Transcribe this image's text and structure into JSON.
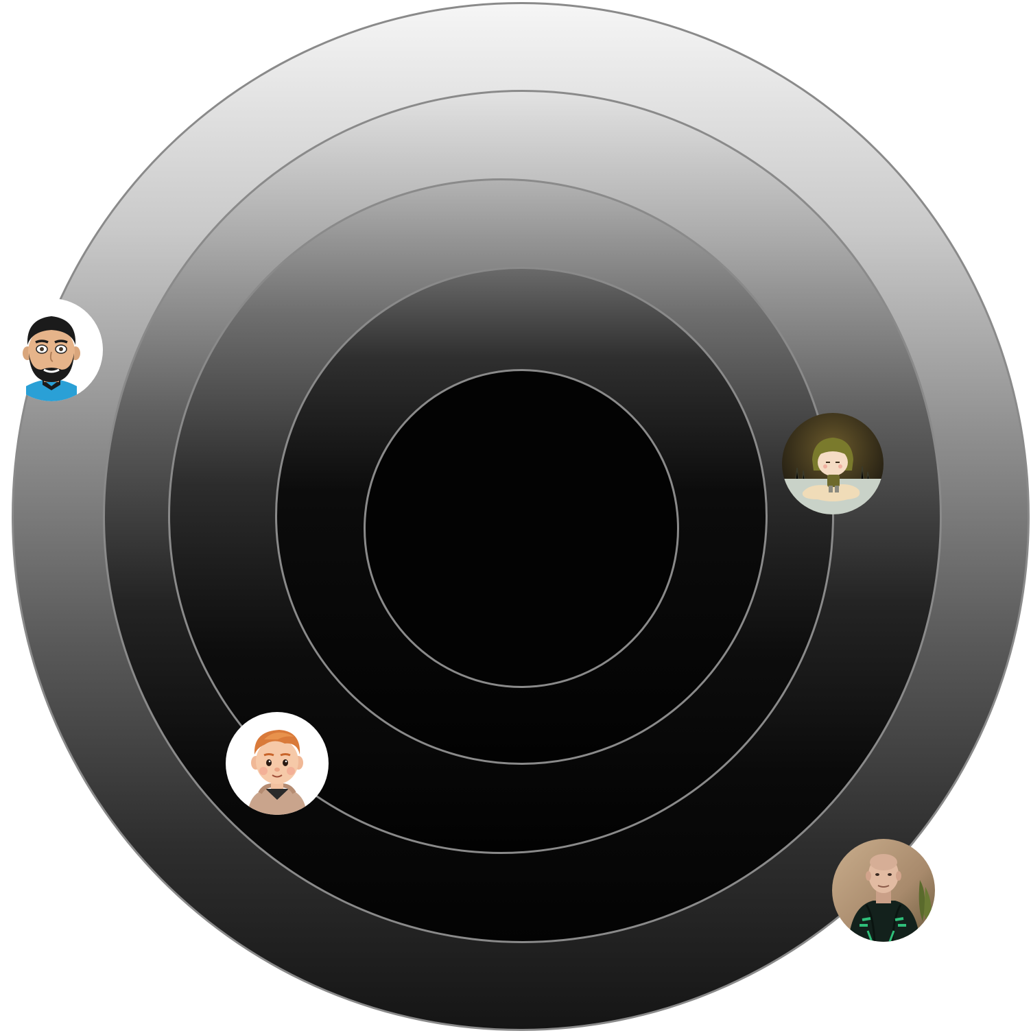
{
  "orbit": {
    "ring_count": 5,
    "ring_stroke_color": "#8a8a8a",
    "gradient_light": "#f6f6f6",
    "gradient_dark": "#030303"
  },
  "avatars": [
    {
      "name": "bearded-man-cartoon-avatar",
      "style": "cartoon",
      "background": "#ffffff"
    },
    {
      "name": "girl-illustration-avatar",
      "style": "illustration",
      "background": "#2a2616"
    },
    {
      "name": "ginger-boy-3d-avatar",
      "style": "3d-render",
      "background": "#ffffff"
    },
    {
      "name": "man-in-hoodie-photo-avatar",
      "style": "photo",
      "background": "#b89a7c"
    }
  ]
}
